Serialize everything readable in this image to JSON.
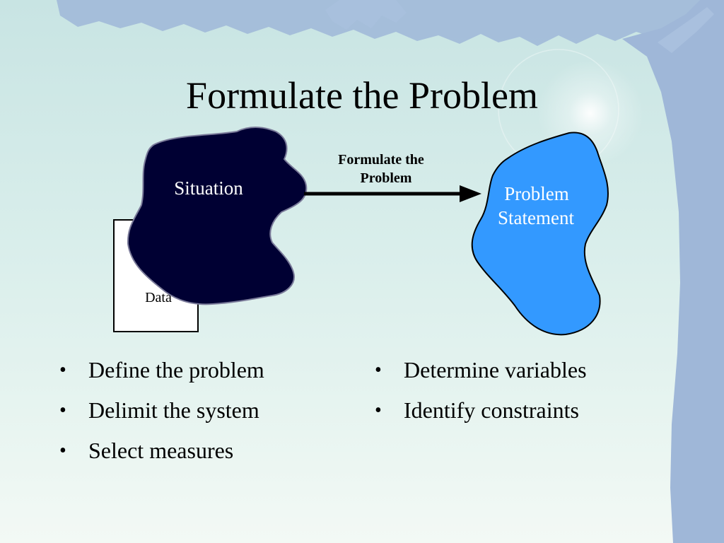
{
  "title": "Formulate the Problem",
  "diagram": {
    "situation_label": "Situation",
    "data_label": "Data",
    "arrow_label_line1": "Formulate the",
    "arrow_label_line2": "Problem",
    "problem_statement_line1": "Problem",
    "problem_statement_line2": "Statement"
  },
  "bullets_left": [
    "Define the problem",
    "Delimit the system",
    "Select measures"
  ],
  "bullets_right": [
    "Determine variables",
    "Identify constraints"
  ],
  "bullet_symbol": "•",
  "colors": {
    "situation_fill": "#000033",
    "problem_statement_fill": "#3399ff",
    "tree": "#9fb7d8"
  }
}
